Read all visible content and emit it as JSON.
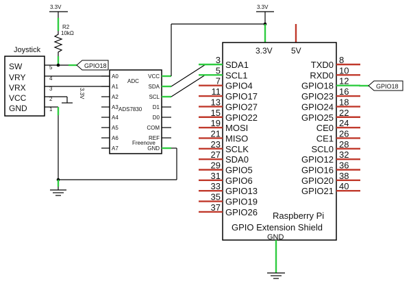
{
  "supply": {
    "vcc_left": "3.3V",
    "vcc_mid": "3.3V",
    "vcc_joy": "3.3V"
  },
  "resistor": {
    "ref": "R2",
    "value": "10kΩ"
  },
  "joystick": {
    "title": "Joystick",
    "pins": [
      {
        "name": "SW",
        "num": "5"
      },
      {
        "name": "VRY",
        "num": "4"
      },
      {
        "name": "VRX",
        "num": "3"
      },
      {
        "name": "VCC",
        "num": "2"
      },
      {
        "name": "GND",
        "num": "1"
      }
    ]
  },
  "adc": {
    "left_pins": [
      "A0",
      "A1",
      "A2",
      "A3",
      "A4",
      "A5",
      "A6",
      "A7"
    ],
    "right_pins": [
      "VCC",
      "SDA",
      "SCL",
      "D1",
      "D0",
      "COM",
      "REF",
      "GND"
    ],
    "title": "ADC",
    "part": "ADS7830",
    "brand": "Freenove"
  },
  "rpi": {
    "top_pins": [
      "3.3V",
      "5V"
    ],
    "left_pins": [
      {
        "num": "3",
        "name": "SDA1"
      },
      {
        "num": "5",
        "name": "SCL1"
      },
      {
        "num": "7",
        "name": "GPIO4"
      },
      {
        "num": "11",
        "name": "GPIO17"
      },
      {
        "num": "13",
        "name": "GPIO27"
      },
      {
        "num": "15",
        "name": "GPIO22"
      },
      {
        "num": "19",
        "name": "MOSI"
      },
      {
        "num": "21",
        "name": "MISO"
      },
      {
        "num": "23",
        "name": "SCLK"
      },
      {
        "num": "27",
        "name": "SDA0"
      },
      {
        "num": "29",
        "name": "GPIO5"
      },
      {
        "num": "31",
        "name": "GPIO6"
      },
      {
        "num": "33",
        "name": "GPIO13"
      },
      {
        "num": "35",
        "name": "GPIO19"
      },
      {
        "num": "37",
        "name": "GPIO26"
      }
    ],
    "right_pins": [
      {
        "num": "8",
        "name": "TXD0"
      },
      {
        "num": "10",
        "name": "RXD0"
      },
      {
        "num": "12",
        "name": "GPIO18"
      },
      {
        "num": "16",
        "name": "GPIO23"
      },
      {
        "num": "18",
        "name": "GPIO24"
      },
      {
        "num": "22",
        "name": "GPIO25"
      },
      {
        "num": "24",
        "name": "CE0"
      },
      {
        "num": "26",
        "name": "CE1"
      },
      {
        "num": "28",
        "name": "SCL0"
      },
      {
        "num": "32",
        "name": "GPIO12"
      },
      {
        "num": "36",
        "name": "GPIO16"
      },
      {
        "num": "38",
        "name": "GPIO20"
      },
      {
        "num": "40",
        "name": "GPIO21"
      }
    ],
    "title_line1": "Raspberry Pi",
    "title_line2": "GPIO Extension Shield",
    "gnd": "GND"
  },
  "net_labels": {
    "left": "GPIO18",
    "right": "GPIO18"
  },
  "colors": {
    "pin_green": "#2ecc40",
    "pin_red": "#c0392b",
    "wire": "#000000"
  }
}
